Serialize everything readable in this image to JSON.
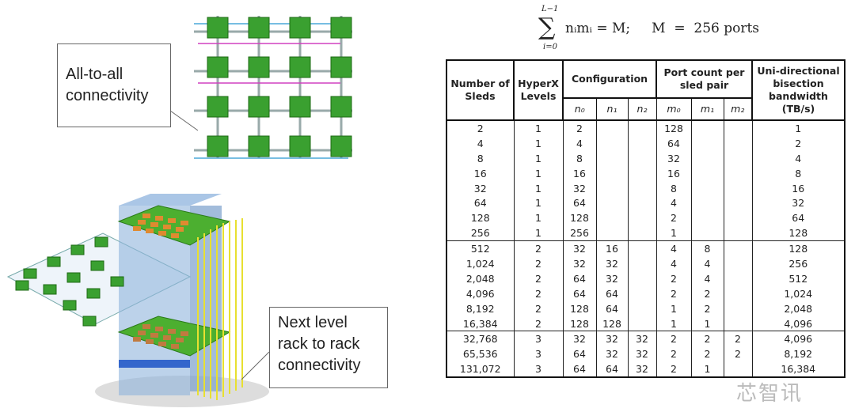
{
  "formula": {
    "sum_upper": "L−1",
    "sum_lower": "i=0",
    "equation": "nᵢmᵢ = M;     M  =  256 ports"
  },
  "callouts": {
    "top": "All-to-all connectivity",
    "bottom": "Next level rack to rack connectivity"
  },
  "table": {
    "headers": {
      "sleds": "Number of Sleds",
      "levels": "HyperX Levels",
      "config": "Configuration",
      "ports": "Port count per sled pair",
      "bw": "Uni-directional bisection bandwidth (TB/s)"
    },
    "subheaders": [
      "n₀",
      "n₁",
      "n₂",
      "m₀",
      "m₁",
      "m₂"
    ],
    "rows": [
      [
        "2",
        "1",
        "2",
        "",
        "",
        "128",
        "",
        "",
        "1"
      ],
      [
        "4",
        "1",
        "4",
        "",
        "",
        "64",
        "",
        "",
        "2"
      ],
      [
        "8",
        "1",
        "8",
        "",
        "",
        "32",
        "",
        "",
        "4"
      ],
      [
        "16",
        "1",
        "16",
        "",
        "",
        "16",
        "",
        "",
        "8"
      ],
      [
        "32",
        "1",
        "32",
        "",
        "",
        "8",
        "",
        "",
        "16"
      ],
      [
        "64",
        "1",
        "64",
        "",
        "",
        "4",
        "",
        "",
        "32"
      ],
      [
        "128",
        "1",
        "128",
        "",
        "",
        "2",
        "",
        "",
        "64"
      ],
      [
        "256",
        "1",
        "256",
        "",
        "",
        "1",
        "",
        "",
        "128"
      ],
      [
        "512",
        "2",
        "32",
        "16",
        "",
        "4",
        "8",
        "",
        "128"
      ],
      [
        "1,024",
        "2",
        "32",
        "32",
        "",
        "4",
        "4",
        "",
        "256"
      ],
      [
        "2,048",
        "2",
        "64",
        "32",
        "",
        "2",
        "4",
        "",
        "512"
      ],
      [
        "4,096",
        "2",
        "64",
        "64",
        "",
        "2",
        "2",
        "",
        "1,024"
      ],
      [
        "8,192",
        "2",
        "128",
        "64",
        "",
        "1",
        "2",
        "",
        "2,048"
      ],
      [
        "16,384",
        "2",
        "128",
        "128",
        "",
        "1",
        "1",
        "",
        "4,096"
      ],
      [
        "32,768",
        "3",
        "32",
        "32",
        "32",
        "2",
        "2",
        "2",
        "4,096"
      ],
      [
        "65,536",
        "3",
        "64",
        "32",
        "32",
        "2",
        "2",
        "2",
        "8,192"
      ],
      [
        "131,072",
        "3",
        "64",
        "64",
        "32",
        "2",
        "1",
        "",
        "16,384"
      ]
    ],
    "group_starts": [
      8,
      14
    ]
  },
  "watermark": "芯智讯"
}
